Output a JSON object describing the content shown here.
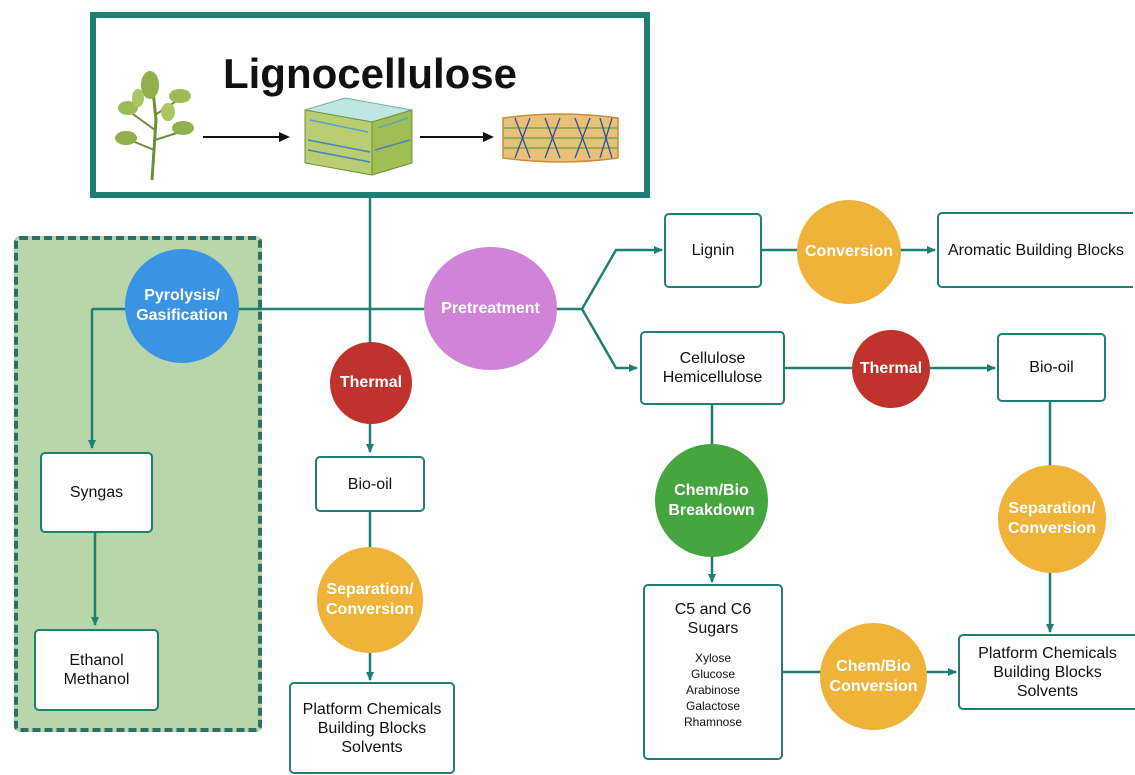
{
  "title": "Lignocellulose",
  "colors": {
    "line": "#1f7f72",
    "pyrolysis": "#3b93e6",
    "pretreatment": "#cf84d8",
    "thermal": "#c0332c",
    "conversion": "#f0b33a",
    "breakdown": "#45a640",
    "panel": "#b8d6a9"
  },
  "icons": [
    "plant-icon",
    "cell-wall-icon",
    "fiber-icon"
  ],
  "circles": {
    "pyrolysis": [
      "Pyrolysis/",
      "Gasification"
    ],
    "pretreatment": "Pretreatment",
    "thermal_left": "Thermal",
    "separation_left": [
      "Separation/",
      "Conversion"
    ],
    "conversion_top": "Conversion",
    "thermal_right": "Thermal",
    "chem_bio_breakdown": [
      "Chem/Bio",
      "Breakdown"
    ],
    "chem_bio_conversion": [
      "Chem/Bio",
      "Conversion"
    ],
    "separation_right": [
      "Separation/",
      "Conversion"
    ]
  },
  "boxes": {
    "syngas": "Syngas",
    "ethanol_methanol": [
      "Ethanol",
      "Methanol"
    ],
    "bio_oil_left": "Bio-oil",
    "platform_left": [
      "Platform Chemicals",
      "Building Blocks",
      "Solvents"
    ],
    "lignin": "Lignin",
    "aromatic": "Aromatic Building Blocks",
    "cellulose": [
      "Cellulose",
      "Hemicellulose"
    ],
    "bio_oil_right": "Bio-oil",
    "sugars": [
      "C5 and C6",
      "Sugars"
    ],
    "sugar_list": [
      "Xylose",
      "Glucose",
      "Arabinose",
      "Galactose",
      "Rhamnose"
    ],
    "platform_right": [
      "Platform Chemicals",
      "Building Blocks",
      "Solvents"
    ]
  }
}
